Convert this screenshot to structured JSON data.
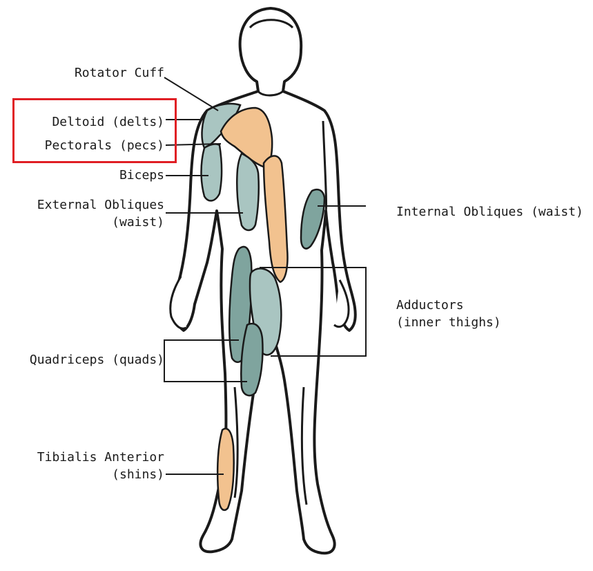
{
  "labels": {
    "rotator_cuff": "Rotator Cuff",
    "deltoid": "Deltoid (delts)",
    "pectorals": "Pectorals (pecs)",
    "biceps": "Biceps",
    "external_obliques_1": "External Obliques",
    "external_obliques_2": "(waist)",
    "internal_obliques": "Internal Obliques (waist)",
    "adductors_1": "Adductors",
    "adductors_2": "(inner thighs)",
    "quadriceps": "Quadriceps (quads)",
    "tibialis_1": "Tibialis Anterior",
    "tibialis_2": "(shins)"
  },
  "highlight": {
    "color": "#e01e24",
    "covers": [
      "deltoid",
      "pectorals"
    ]
  },
  "colors": {
    "outline": "#1a1a1a",
    "muscle_teal": "#a9c5c1",
    "muscle_teal_dark": "#7fa49e",
    "muscle_orange": "#f2c28f"
  }
}
